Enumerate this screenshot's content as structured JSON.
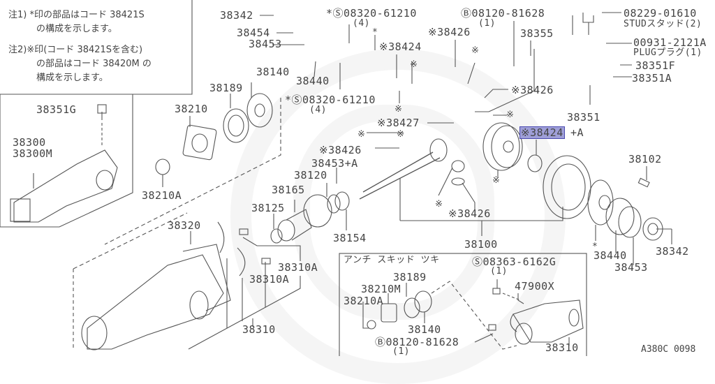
{
  "notes": {
    "note1_line1": "注1) *印の部品はコード 38421S",
    "note1_line2": "の構成を示します。",
    "note2_line1": "注2)※印(コード 38421Sを含む)",
    "note2_line2": "の部品はコード 38420M の",
    "note2_line3": "構成を示します。"
  },
  "labels": {
    "p38342_top": "38342",
    "p38454": "38454",
    "p38453_top": "38453",
    "p38440_top": "38440",
    "bolt_08320_top": "*Ⓢ08320-61210",
    "bolt_08320_top_qty": "(4)",
    "asterisk_top": "*",
    "p38424_top": "※38424",
    "ref_mark_top": "※",
    "bolt_08120_top": "Ⓑ08120-81628",
    "bolt_08120_top_qty": "(1)",
    "p38426_top": "※38426",
    "ref_mark_2": "※",
    "p38355": "38355",
    "stud": "08229-01610",
    "stud_desc": "STUDスタッド(2)",
    "plug": "00931-2121A",
    "plug_desc": "PLUGプラグ(1)",
    "p38351F": "38351F",
    "p38351A": "38351A",
    "p38426_right": "※38426",
    "ref_mark_3": "※",
    "p38351": "38351",
    "p38424_hl": "※38424",
    "p38424_suffix": "+A",
    "p38140": "38140",
    "p38189": "38189",
    "bolt_08320_mid": "*Ⓢ08320-61210",
    "bolt_08320_mid_qty": "(4)",
    "ref_mark_4": "※",
    "p38427": "※38427",
    "ref_mark_5": "※",
    "p38351G": "38351G",
    "p38300": "38300",
    "p38300M": "38300M",
    "p38210": "38210",
    "p38210A": "38210A",
    "p38426_mid": "※38426",
    "p38453A": "38453+A",
    "p38120": "38120",
    "p38165": "38165",
    "p38125": "38125",
    "p38154": "38154",
    "ref_mark_6": "※",
    "ref_mark_7": "※",
    "p38426_low": "※38426",
    "p38100": "38100",
    "p38102": "38102",
    "asterisk_low": "*",
    "p38440_low": "38440",
    "p38453_low": "38453",
    "p38342_low": "38342",
    "p38320": "38320",
    "p38310A_1": "38310A",
    "p38310A_2": "38310A",
    "p38310": "38310"
  },
  "inset": {
    "title": "アンチ スキッド ツキ",
    "bolt_08363": "Ⓢ08363-6162G",
    "bolt_08363_qty": "(1)",
    "p38189": "38189",
    "p38210M": "38210M",
    "p47900X": "47900X",
    "p38210A": "38210A",
    "p38140": "38140",
    "bolt_08120": "Ⓑ08120-81628",
    "bolt_08120_qty": "(1)",
    "p38310": "38310"
  },
  "figure_id": "A380C 0098",
  "colors": {
    "line": "#555555",
    "highlight_fill": "#9f9fd8",
    "highlight_border": "#4a4ab0"
  }
}
